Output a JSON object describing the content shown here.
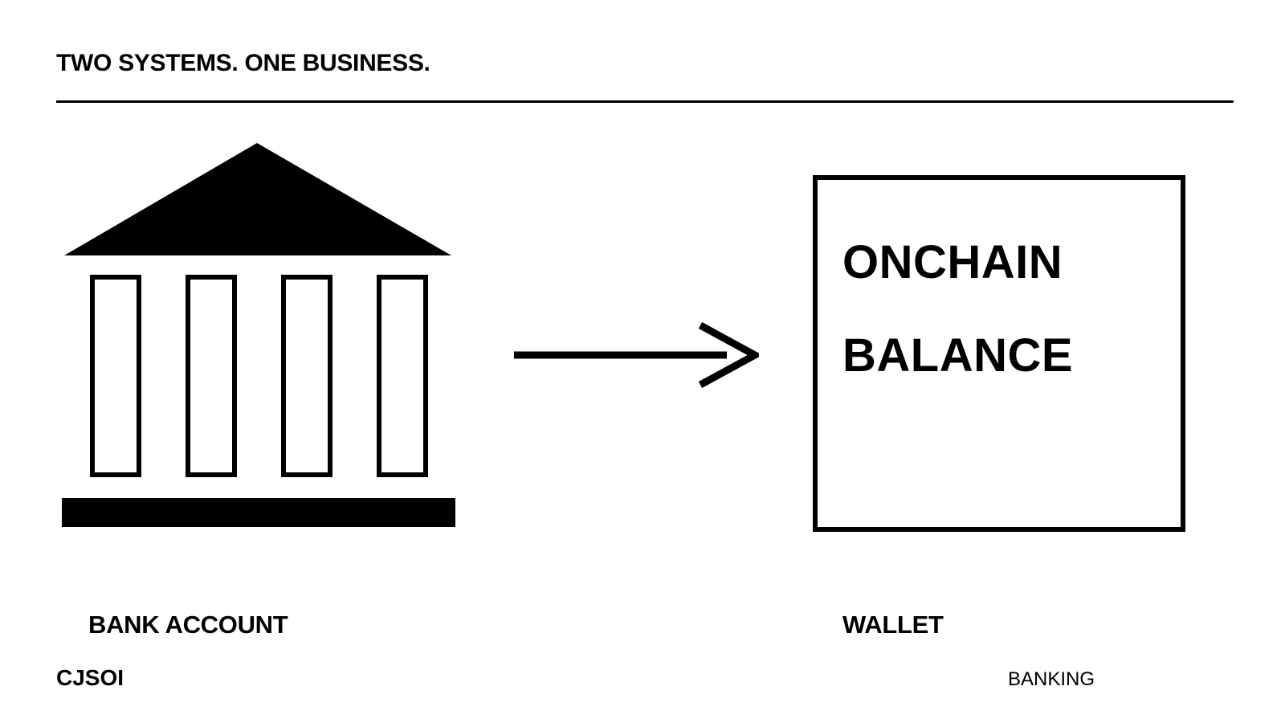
{
  "header": {
    "title": "TWO SYSTEMS. ONE BUSINESS."
  },
  "diagram": {
    "bank": {
      "icon": "bank-building-icon",
      "caption": "BANK ACCOUNT"
    },
    "arrow": {
      "icon": "arrow-right-icon"
    },
    "wallet": {
      "box_lines": [
        "ONCHAIN",
        "BALANCE"
      ],
      "caption": "WALLET"
    }
  },
  "footer": {
    "left": "CJSOI",
    "right": "BANKING"
  },
  "colors": {
    "foreground": "#000000",
    "background": "#ffffff"
  }
}
